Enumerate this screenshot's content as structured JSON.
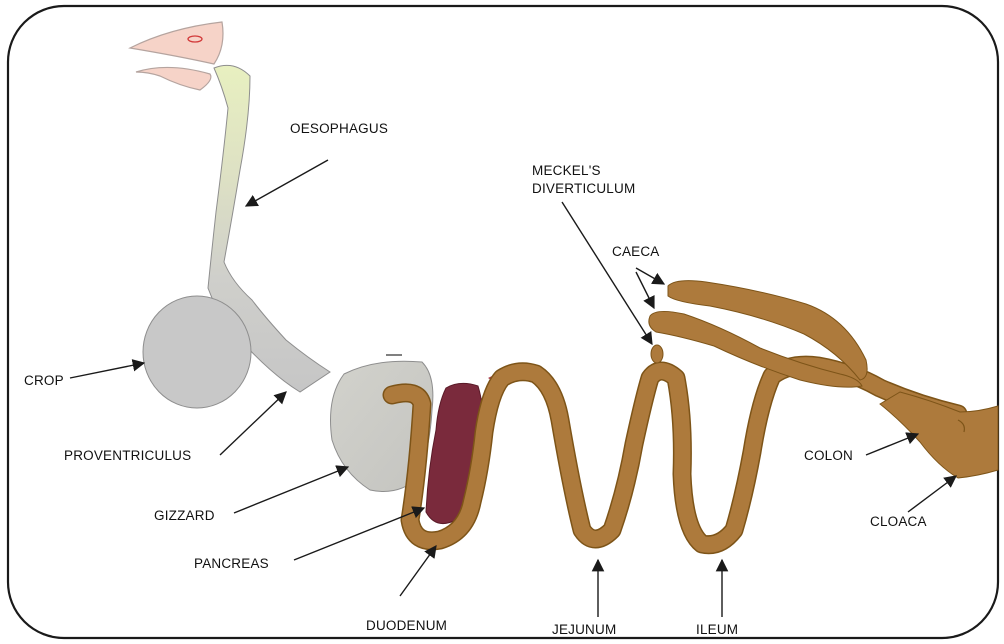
{
  "labels": {
    "oesophagus": "OESOPHAGUS",
    "meckels_line1": "MECKEL'S",
    "meckels_line2": "DIVERTICULUM",
    "caeca": "CAECA",
    "crop": "CROP",
    "proventriculus": "PROVENTRICULUS",
    "gizzard": "GIZZARD",
    "pancreas": "PANCREAS",
    "duodenum": "DUODENUM",
    "jejunum": "JEJUNUM",
    "ileum": "ILEUM",
    "colon": "COLON",
    "cloaca": "CLOACA"
  },
  "colors": {
    "frame": "#1a1a1a",
    "upper_tract_top": "#e6efbf",
    "upper_tract_bottom": "#c9c9c9",
    "intestine": "#ad7a3c",
    "intestine_edge": "#7d5418",
    "pancreas": "#7a2a3c",
    "beak": "#f6d3c8"
  }
}
